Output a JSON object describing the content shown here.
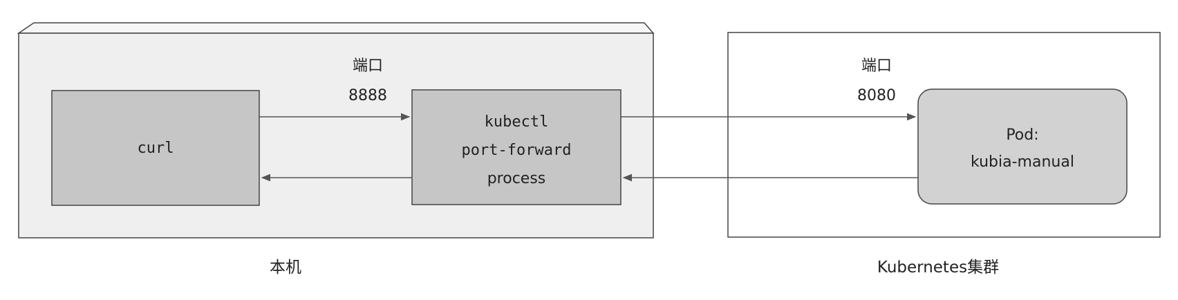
{
  "local_machine": {
    "caption": "本机",
    "curl_box": {
      "label": "curl"
    },
    "forward_box": {
      "lines": [
        "kubectl",
        "port-forward",
        "process"
      ]
    },
    "port_label": "端口",
    "port_number": "8888"
  },
  "cluster": {
    "caption": "Kubernetes集群",
    "pod_box": {
      "lines": [
        "Pod:",
        "kubia-manual"
      ]
    },
    "port_label": "端口",
    "port_number": "8080"
  },
  "colors": {
    "local_panel_fill": "#efefef",
    "local_panel_top": "#f6f6f6",
    "component_fill": "#c6c6c6",
    "pod_fill": "#d2d2d2",
    "border": "#444444",
    "arrow": "#555555"
  }
}
